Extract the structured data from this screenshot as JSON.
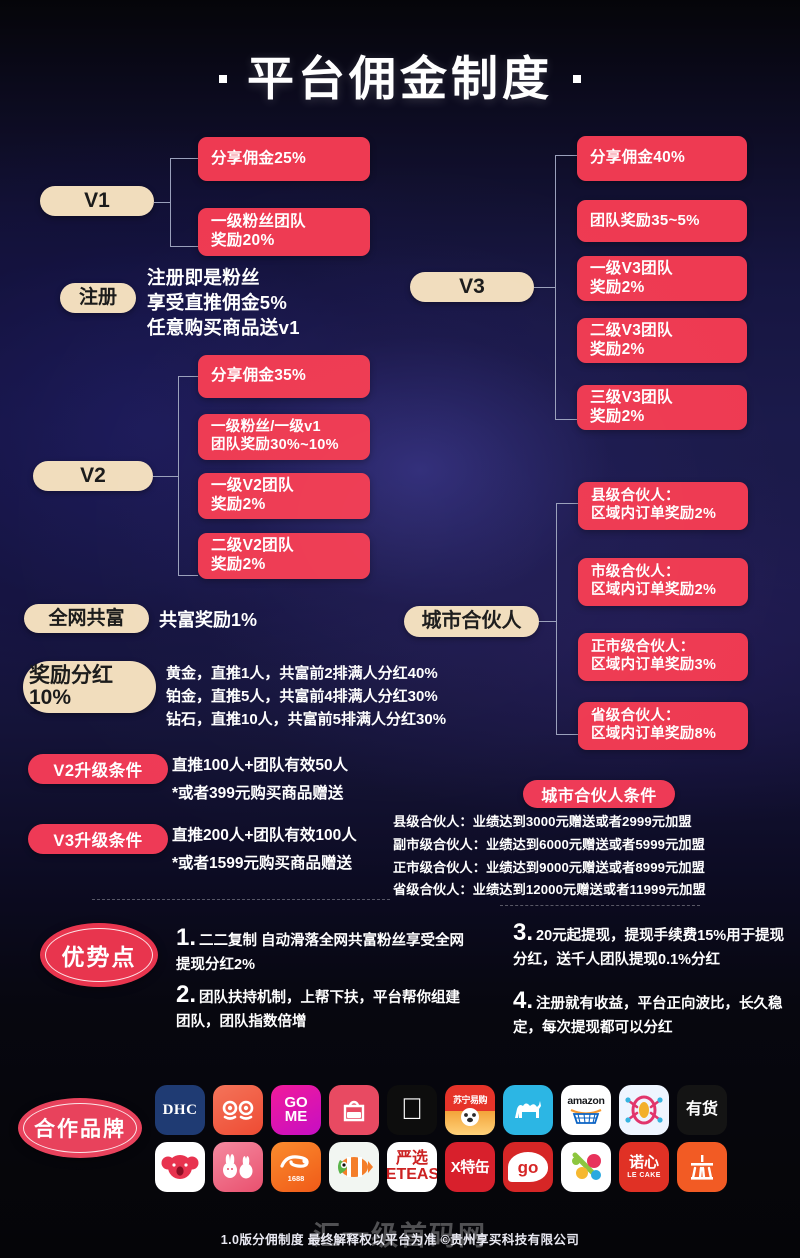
{
  "header": {
    "title": "平台佣金制度",
    "dot_left": "decorative-dot",
    "dot_right": "decorative-dot"
  },
  "colors": {
    "background_deep": "#171747",
    "background_dark": "#07070f",
    "red_card": "#ee3a52",
    "pink_tag": "#ee3a56",
    "cream_badge": "#f1ddbd",
    "connector": "#9aa0bb",
    "text_white": "#ffffff"
  },
  "levels": {
    "v1": {
      "badge": "V1",
      "items": [
        "分享佣金25%",
        "一级粉丝团队\n奖励20%"
      ]
    },
    "register": {
      "badge": "注册",
      "lines": [
        "注册即是粉丝",
        "享受直推佣金5%",
        "任意购买商品送v1"
      ]
    },
    "v2": {
      "badge": "V2",
      "items": [
        "分享佣金35%",
        "一级粉丝/一级v1\n团队奖励30%~10%",
        "一级V2团队\n奖励2%",
        "二级V2团队\n奖励2%"
      ]
    },
    "v3": {
      "badge": "V3",
      "items": [
        "分享佣金40%",
        "团队奖励35~5%",
        "一级V3团队\n奖励2%",
        "二级V3团队\n奖励2%",
        "三级V3团队\n奖励2%"
      ]
    },
    "city_partner": {
      "badge": "城市合伙人",
      "items": [
        "县级合伙人：\n区域内订单奖励2%",
        "市级合伙人：\n区域内订单奖励2%",
        "正市级合伙人：\n区域内订单奖励3%",
        "省级合伙人：\n区域内订单奖励8%"
      ]
    }
  },
  "common_wealth": {
    "badge": "全网共富",
    "text": "共富奖励1%"
  },
  "bonus": {
    "badge": "奖励分红\n10%",
    "lines": [
      "黄金，直推1人，共富前2排满人分红40%",
      "铂金，直推5人，共富前4排满人分红30%",
      "钻石，直推10人，共富前5排满人分红30%"
    ]
  },
  "upgrade": {
    "v2": {
      "tag": "V2升级条件",
      "line1": "直推100人+团队有效50人",
      "line2": "*或者399元购买商品赠送"
    },
    "v3": {
      "tag": "V3升级条件",
      "line1": "直推200人+团队有效100人",
      "line2": "*或者1599元购买商品赠送"
    }
  },
  "partner_conditions": {
    "tag": "城市合伙人条件",
    "lines": [
      "县级合伙人：业绩达到3000元赠送或者2999元加盟",
      "副市级合伙人：业绩达到6000元赠送或者5999元加盟",
      "正市级合伙人：业绩达到9000元赠送或者8999元加盟",
      "省级合伙人：业绩达到12000元赠送或者11999元加盟"
    ]
  },
  "advantages": {
    "tag": "优势点",
    "items": [
      {
        "num": "1.",
        "text": "二二复制 自动滑落全网共富粉丝享受全网提现分红2%"
      },
      {
        "num": "2.",
        "text": "团队扶持机制，上帮下扶，平台帮你组建团队，团队指数倍增"
      },
      {
        "num": "3.",
        "text": "20元起提现，提现手续费15%用于提现分红，送千人团队提现0.1%分红"
      },
      {
        "num": "4.",
        "text": "注册就有收益，平台正向波比，长久稳定，每次提现都可以分红"
      }
    ]
  },
  "brands": {
    "tag": "合作品牌",
    "row1": [
      {
        "name": "DHC",
        "label": "DHC",
        "bg": "#1f3b73",
        "color": "#ffffff"
      },
      {
        "name": "dangdang",
        "label": "当当",
        "bg": "#f4603c",
        "color": "#ffffff"
      },
      {
        "name": "gome",
        "label": "GO\nME",
        "bg": "#e0179c",
        "color": "#ffffff"
      },
      {
        "name": "vmall",
        "label": "VMALL",
        "bg": "#e84a62",
        "color": "#ffffff"
      },
      {
        "name": "apple",
        "label": "",
        "bg": "#0d0d0d",
        "color": "#ffffff"
      },
      {
        "name": "suning",
        "label": "苏宁易购",
        "bg": "#e63329",
        "color": "#ffffff"
      },
      {
        "name": "luotuo",
        "label": "",
        "bg": "#2cb6e4",
        "color": "#ffffff"
      },
      {
        "name": "amazon",
        "label": "amazon",
        "bg": "#ffffff",
        "color": "#16181c"
      },
      {
        "name": "yanxuan-star",
        "label": "",
        "bg": "#f0f6ff",
        "color": "#e2356c"
      },
      {
        "name": "youhuo",
        "label": "有货",
        "bg": "#141414",
        "color": "#ffffff"
      }
    ],
    "row2": [
      {
        "name": "koala",
        "label": "",
        "bg": "#ffffff",
        "color": "#e3334f"
      },
      {
        "name": "tmall-rabbit",
        "label": "",
        "bg": "#ef6a82",
        "color": "#ffffff"
      },
      {
        "name": "alibaba-1688",
        "label": "1688",
        "bg": "#f4701f",
        "color": "#ffffff"
      },
      {
        "name": "clownfish",
        "label": "",
        "bg": "#f2f6f2",
        "color": "#f47e2a"
      },
      {
        "name": "netease-yanxuan",
        "label": "严选\nNETEASE",
        "bg": "#ffffff",
        "color": "#cc2222"
      },
      {
        "name": "x-tejia",
        "label": "X特缶",
        "bg": "#d8202c",
        "color": "#ffffff"
      },
      {
        "name": "go-app",
        "label": "go",
        "bg": "#d62626",
        "color": "#ffffff"
      },
      {
        "name": "beibei",
        "label": "",
        "bg": "#ffffff",
        "color": "#e8335b"
      },
      {
        "name": "lecake",
        "label": "诺心\nLE CAKE",
        "bg": "#e03125",
        "color": "#ffffff"
      },
      {
        "name": "yishan",
        "label": "",
        "bg": "#f25b24",
        "color": "#ffffff"
      }
    ]
  },
  "footer": {
    "text": "1.0版分佣制度 最终解释权以平台为准 ©贵州享买科技有限公司",
    "watermark": "汇一级首码网"
  }
}
